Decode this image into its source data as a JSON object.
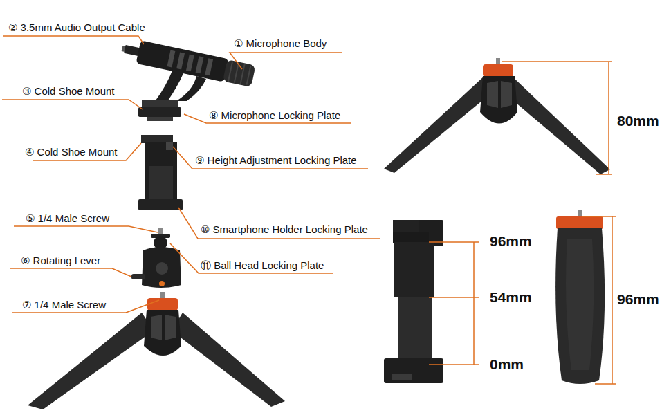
{
  "diagram": {
    "labels": [
      "② 3.5mm Audio Output Cable",
      "① Microphone Body",
      "③ Cold Shoe Mount",
      "⑧ Microphone Locking Plate",
      "④ Cold Shoe Mount",
      "⑨ Height Adjustment Locking Plate",
      "⑤ 1/4 Male Screw",
      "⑩ Smartphone Holder Locking Plate",
      "⑥ Rotating Lever",
      "⑪ Ball Head Locking Plate",
      "⑦ 1/4 Male Screw",
      "80mm",
      "96mm",
      "54mm",
      "0mm",
      "96mm"
    ]
  }
}
